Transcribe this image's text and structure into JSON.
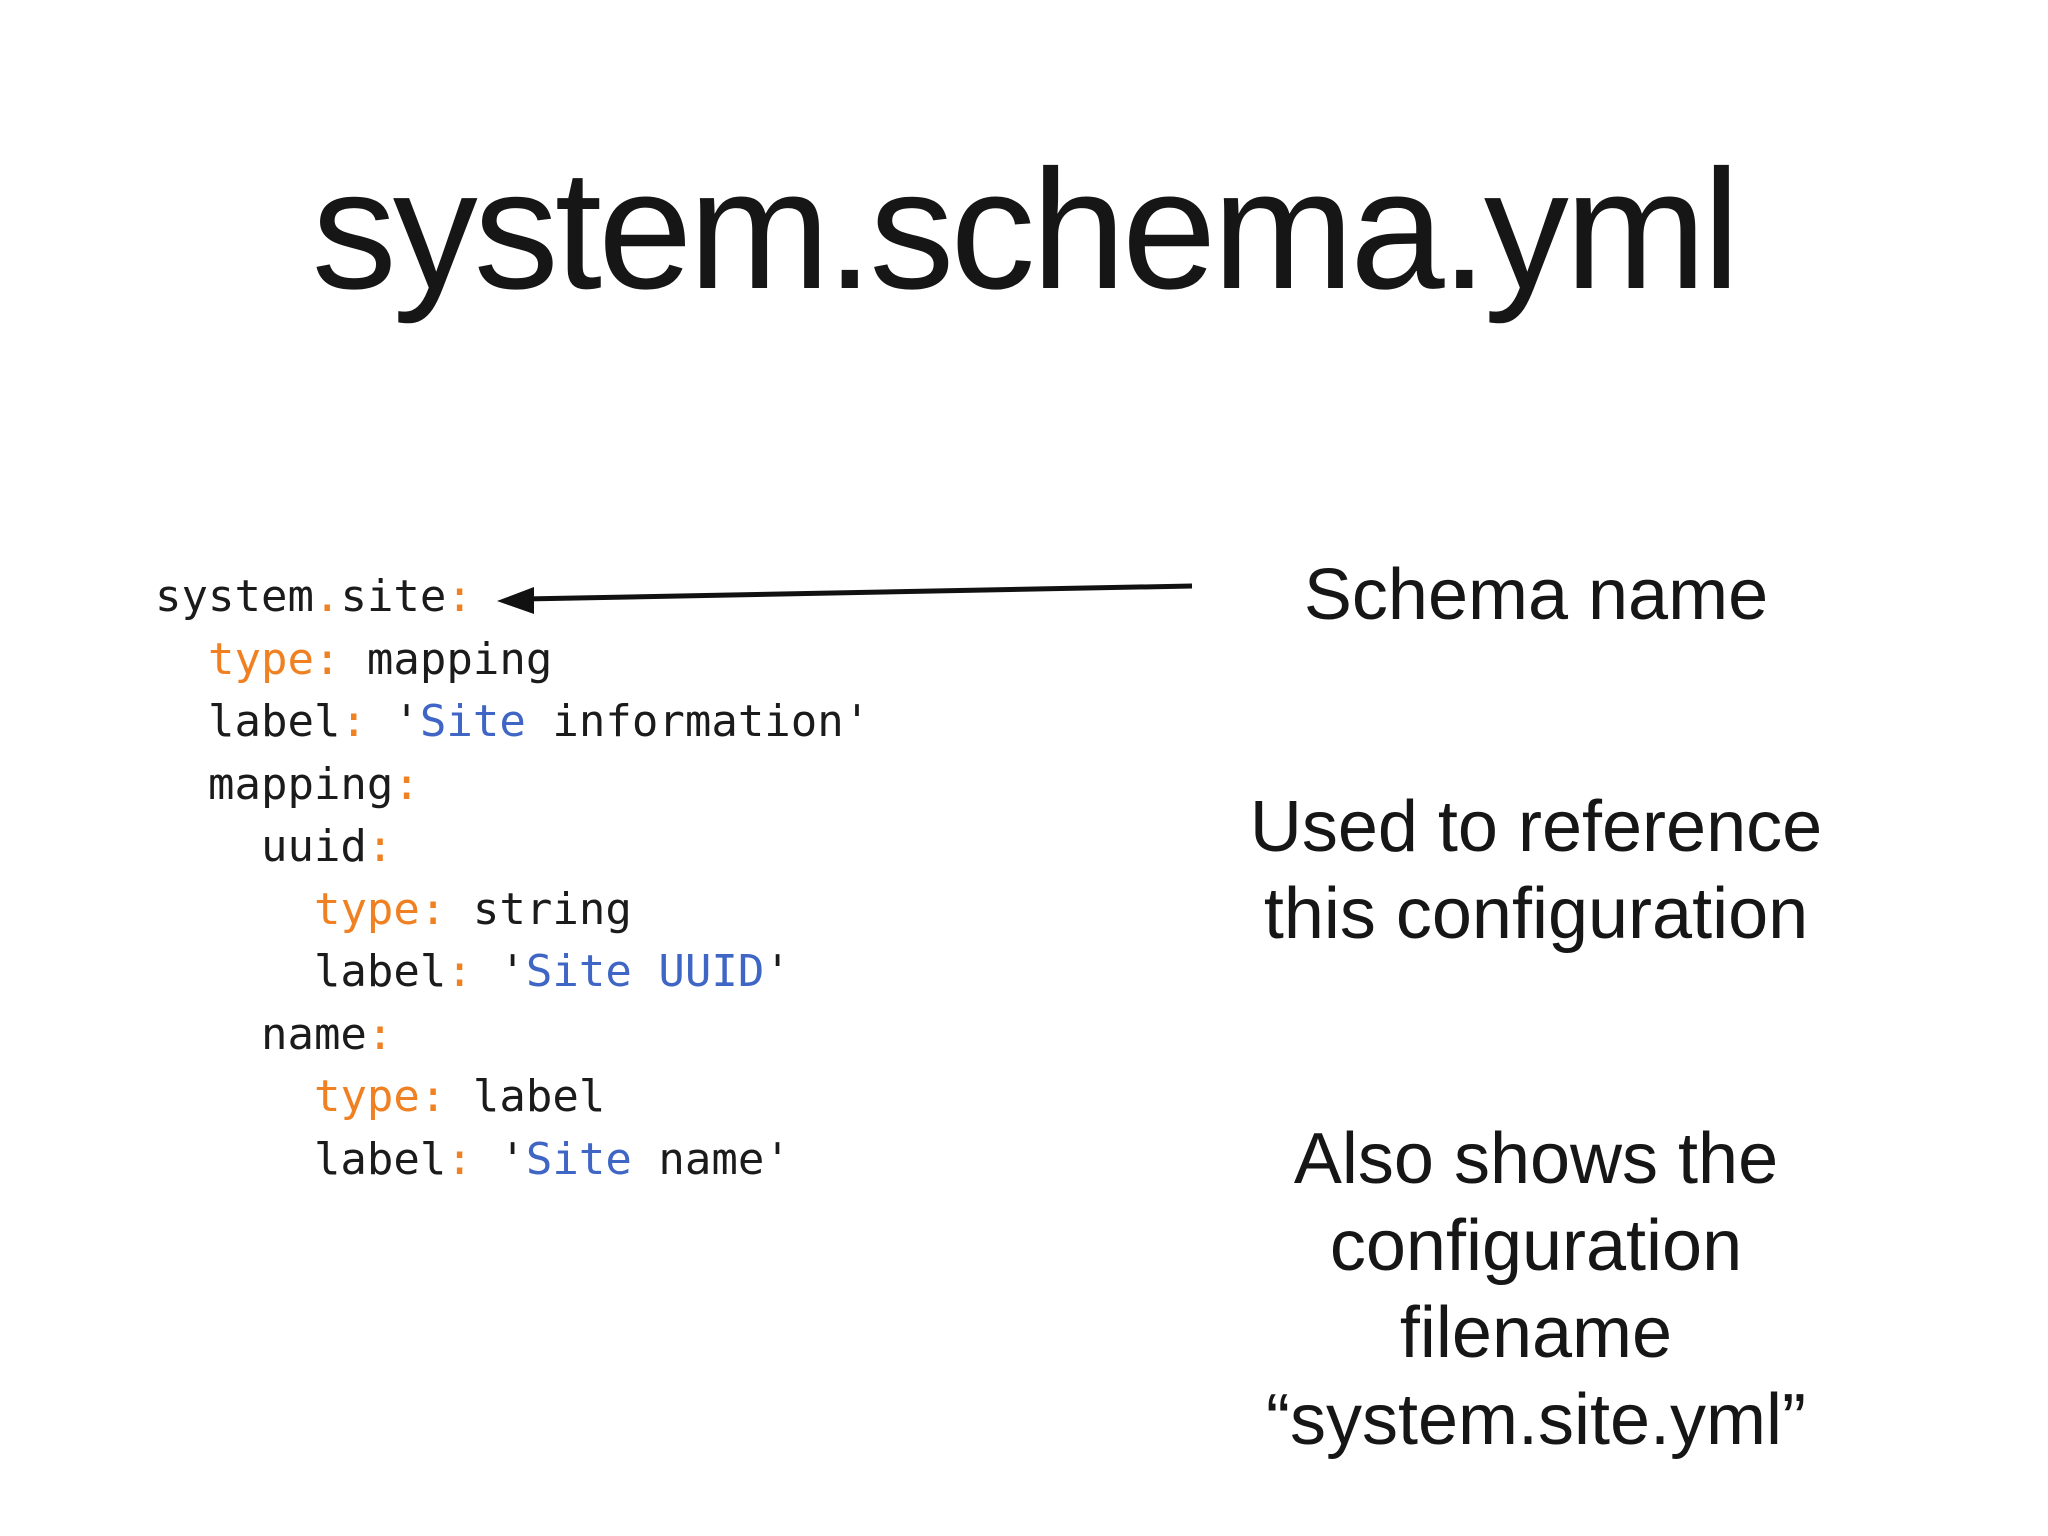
{
  "title": "system.schema.yml",
  "colors": {
    "background": "#ffffff",
    "text_black": "#161616",
    "code_black": "#1b1b1b",
    "keyword_orange": "#f08122",
    "string_blue": "#3f66c5",
    "arrow_black": "#111111"
  },
  "code": {
    "language": "yaml",
    "lines": [
      [
        {
          "t": "system",
          "c": "p"
        },
        {
          "t": ".",
          "c": "o"
        },
        {
          "t": "site",
          "c": "p"
        },
        {
          "t": ":",
          "c": "o"
        }
      ],
      [
        {
          "t": "  ",
          "c": "p"
        },
        {
          "t": "type:",
          "c": "o"
        },
        {
          "t": " mapping",
          "c": "p"
        }
      ],
      [
        {
          "t": "  label",
          "c": "p"
        },
        {
          "t": ":",
          "c": "o"
        },
        {
          "t": " '",
          "c": "p"
        },
        {
          "t": "Site",
          "c": "b"
        },
        {
          "t": " information'",
          "c": "p"
        }
      ],
      [
        {
          "t": "  mapping",
          "c": "p"
        },
        {
          "t": ":",
          "c": "o"
        }
      ],
      [
        {
          "t": "    uuid",
          "c": "p"
        },
        {
          "t": ":",
          "c": "o"
        }
      ],
      [
        {
          "t": "      ",
          "c": "p"
        },
        {
          "t": "type:",
          "c": "o"
        },
        {
          "t": " string",
          "c": "p"
        }
      ],
      [
        {
          "t": "      label",
          "c": "p"
        },
        {
          "t": ":",
          "c": "o"
        },
        {
          "t": " '",
          "c": "p"
        },
        {
          "t": "Site UUID",
          "c": "b"
        },
        {
          "t": "'",
          "c": "p"
        }
      ],
      [
        {
          "t": "    name",
          "c": "p"
        },
        {
          "t": ":",
          "c": "o"
        }
      ],
      [
        {
          "t": "      ",
          "c": "p"
        },
        {
          "t": "type:",
          "c": "o"
        },
        {
          "t": " label",
          "c": "p"
        }
      ],
      [
        {
          "t": "      label",
          "c": "p"
        },
        {
          "t": ":",
          "c": "o"
        },
        {
          "t": " '",
          "c": "p"
        },
        {
          "t": "Site",
          "c": "b"
        },
        {
          "t": " name'",
          "c": "p"
        }
      ]
    ]
  },
  "annotations": {
    "schema_name": "Schema name",
    "reference_note": "Used to reference\nthis configuration",
    "filename_note": "Also shows the\nconfiguration\nfilename\n“system.site.yml”"
  }
}
